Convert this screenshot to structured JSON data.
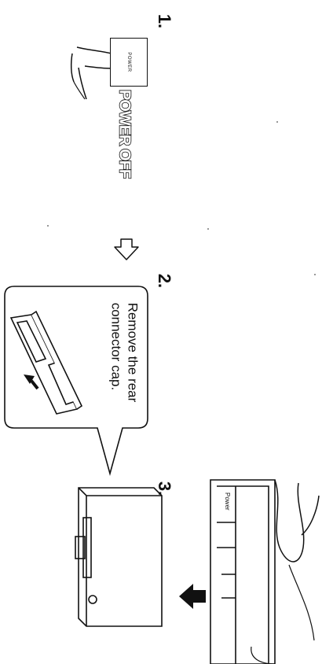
{
  "steps": [
    {
      "number": "1."
    },
    {
      "number": "2."
    },
    {
      "number": "3."
    }
  ],
  "power_button": {
    "label": "POWER"
  },
  "power_off_text": "POWER OFF",
  "callout": {
    "line1": "Remove the rear",
    "line2": "connector cap."
  },
  "monitor_label": "Power"
}
